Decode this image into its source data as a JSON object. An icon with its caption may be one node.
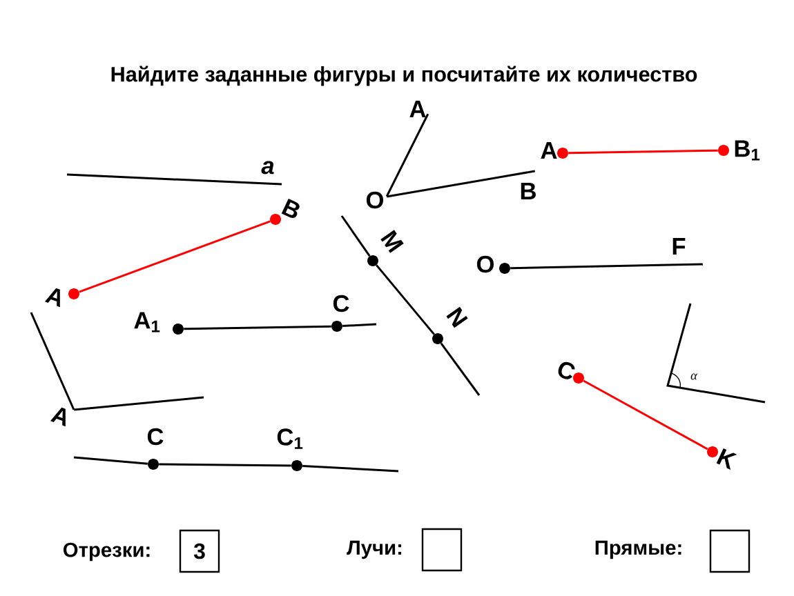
{
  "diagram": {
    "title": "Найдите заданные фигуры  и посчитайте их количество",
    "nodes": [
      {
        "text": [
          "O"
        ]
      },
      {
        "text": [
          "A"
        ]
      },
      {
        "text": [
          "B"
        ]
      },
      {
        "text": [
          "A"
        ]
      },
      {
        "text": [
          "B$_{1}$"
        ]
      },
      {
        "text": [
          "B"
        ]
      },
      {
        "text": [
          "M"
        ]
      },
      {
        "text": [
          "O"
        ]
      },
      {
        "text": [
          "F"
        ]
      },
      {
        "text": [
          "A"
        ]
      },
      {
        "text": [
          "A$_{1}$"
        ]
      },
      {
        "text": [
          "C"
        ]
      },
      {
        "text": [
          "N"
        ]
      },
      {
        "text": [
          "C"
        ]
      },
      {
        "text": [
          "A"
        ]
      },
      {
        "text": [
          "C"
        ]
      },
      {
        "text": [
          "C$_{1}$"
        ]
      },
      {
        "text": [
          "K"
        ]
      },
      {
        "text": [
          "3"
        ],
        "beside": [
          "Отрезки:"
        ]
      },
      {
        "text": [],
        "shape": "box",
        "beside": [
          "Лучи:"
        ]
      },
      {
        "text": [],
        "shape": "box",
        "beside": [
          "Прямые:"
        ]
      }
    ],
    "edges": [
      {
        "from": 0,
        "to": 1,
        "arrow": "none"
      },
      {
        "from": 0,
        "to": 2,
        "arrow": "none"
      },
      {
        "from": 3,
        "to": 4,
        "arrow": "none",
        "color": "#ff0000"
      },
      {
        "from": 9,
        "to": 5,
        "arrow": "none",
        "color": "#ff0000"
      },
      {
        "from": null,
        "to": 6,
        "arrow": "none"
      },
      {
        "from": 6,
        "to": 12,
        "arrow": "none"
      },
      {
        "from": 12,
        "to": null,
        "arrow": "none"
      },
      {
        "from": 7,
        "to": 8,
        "arrow": "none"
      },
      {
        "from": 10,
        "to": 11,
        "arrow": "none"
      },
      {
        "from": 11,
        "to": null,
        "arrow": "none"
      },
      {
        "from": 13,
        "to": 17,
        "arrow": "none",
        "color": "#ff0000"
      },
      {
        "from": null,
        "to": 14,
        "arrow": "none"
      },
      {
        "from": 14,
        "to": null,
        "arrow": "none"
      },
      {
        "from": null,
        "to": 15,
        "arrow": "none"
      },
      {
        "from": 15,
        "to": 16,
        "arrow": "none"
      },
      {
        "from": 16,
        "to": null,
        "arrow": "none"
      }
    ],
    "labels": [
      "a",
      "α"
    ]
  }
}
